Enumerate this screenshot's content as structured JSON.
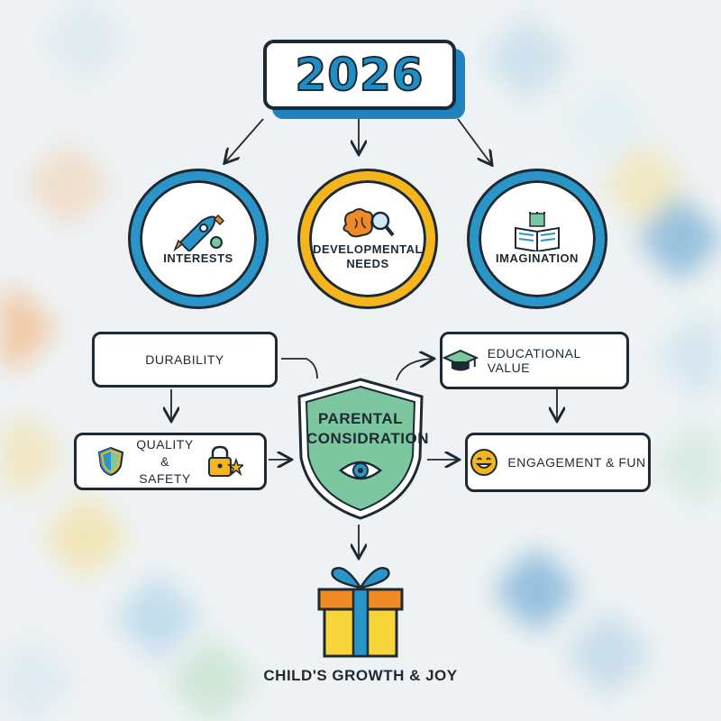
{
  "title": "2026",
  "factors": [
    {
      "label": "INTERESTS",
      "icon": "rocket-gear-icon"
    },
    {
      "label": "DEVELOPMENTAL NEEDS",
      "icon": "brain-magnifier-icon"
    },
    {
      "label": "IMAGINATION",
      "icon": "storybook-castle-icon"
    }
  ],
  "considerations": {
    "durability": "DURABILITY",
    "quality_safety": "QUALITY & SAFETY",
    "educational_value": "EDUCATIONAL VALUE",
    "engagement_fun": "ENGAGEMENT & FUN"
  },
  "center": {
    "label": "PARENTAL CONSIDRATION",
    "icon": "eye-icon"
  },
  "outcome": {
    "label": "CHILD'S GROWTH & JOY",
    "icon": "gift-box-icon"
  },
  "colors": {
    "blue": "#2a95c9",
    "yellow": "#f7b51c",
    "green": "#7cc6a0",
    "orange": "#f08a24",
    "ink": "#1e2a33"
  }
}
